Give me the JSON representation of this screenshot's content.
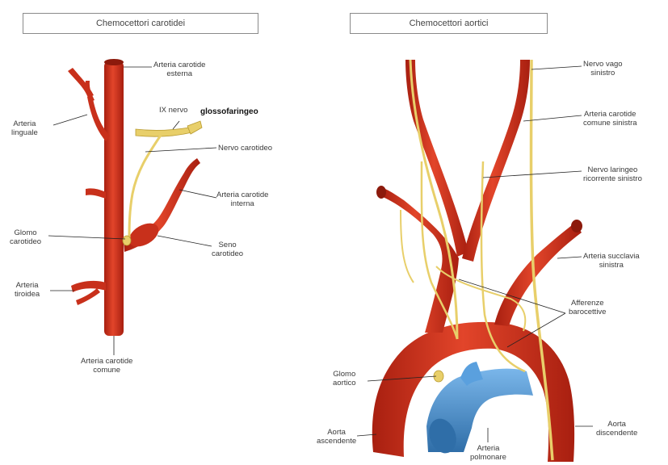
{
  "left_panel": {
    "title": "Chemocettori carotidei",
    "labels": {
      "carotide_esterna": [
        "Arteria carotide",
        "esterna"
      ],
      "linguale": [
        "Arteria",
        "linguale"
      ],
      "nervo_ix": [
        "IX nervo"
      ],
      "nervo_ix_note": "glossofaringeo",
      "nervo_carotideo": [
        "Nervo carotideo"
      ],
      "carotide_interna": [
        "Arteria carotide",
        "interna"
      ],
      "glomo_carotideo": [
        "Glomo",
        "carotideo"
      ],
      "seno_carotideo": [
        "Seno",
        "carotideo"
      ],
      "tiroidea": [
        "Arteria",
        "tiroidea"
      ],
      "carotide_comune": [
        "Arteria carotide",
        "comune"
      ]
    }
  },
  "right_panel": {
    "title": "Chemocettori aortici",
    "labels": {
      "nervo_vago": [
        "Nervo vago",
        "sinistro"
      ],
      "carotide_comune_sx": [
        "Arteria carotide",
        "comune sinistra"
      ],
      "laringeo_ricorrente": [
        "Nervo laringeo",
        "ricorrente sinistro"
      ],
      "succlavia": [
        "Arteria succlavia",
        "sinistra"
      ],
      "afferenze": [
        "Afferenze",
        "barocettive"
      ],
      "glomo_aortico": [
        "Glomo",
        "aortico"
      ],
      "aorta_ascendente": [
        "Aorta",
        "ascendente"
      ],
      "arteria_polmonare": [
        "Arteria",
        "polmonare"
      ],
      "aorta_discendente": [
        "Aorta",
        "discendente"
      ]
    }
  },
  "colors": {
    "artery": "#d8321c",
    "artery_dark": "#a81f10",
    "nerve": "#e8cf6a",
    "nerve_dark": "#b89a2e",
    "pulmonary": "#4a93d6",
    "pulmonary_dark": "#2f6ea8",
    "leader": "#222222"
  }
}
